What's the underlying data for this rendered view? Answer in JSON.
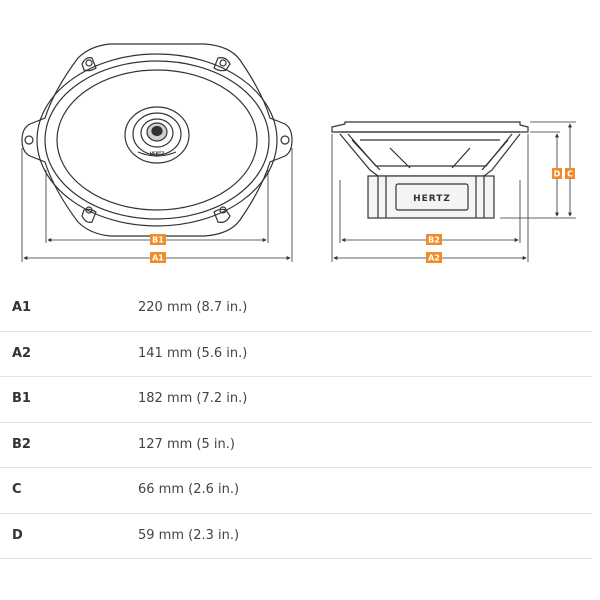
{
  "diagram": {
    "brand": "HERTZ",
    "tweeter_mark": "HERTZ",
    "accent_color": "#f28c28",
    "line_color": "#333333",
    "tags": {
      "a1": "A1",
      "b1": "B1",
      "a2": "A2",
      "b2": "B2",
      "c": "C",
      "d": "D"
    }
  },
  "specs": [
    {
      "label": "A1",
      "value": "220 mm (8.7 in.)"
    },
    {
      "label": "A2",
      "value": "141 mm (5.6 in.)"
    },
    {
      "label": "B1",
      "value": "182 mm (7.2 in.)"
    },
    {
      "label": "B2",
      "value": "127 mm (5 in.)"
    },
    {
      "label": "C",
      "value": "66 mm (2.6 in.)"
    },
    {
      "label": "D",
      "value": "59 mm (2.3 in.)"
    }
  ]
}
